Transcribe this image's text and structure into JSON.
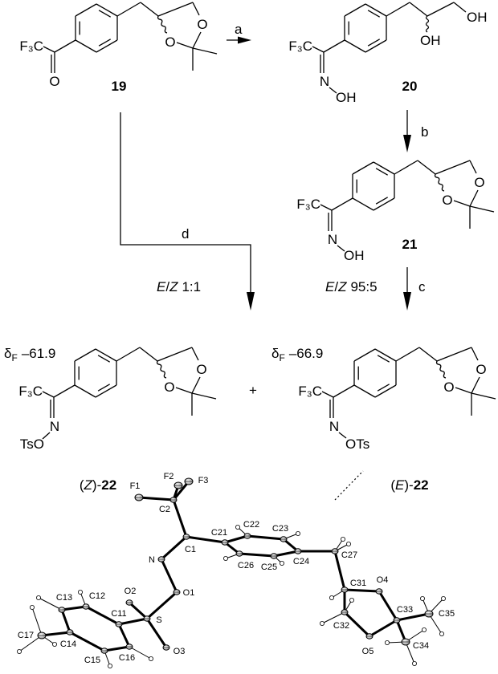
{
  "scheme": {
    "compounds": {
      "c19": {
        "label": "19",
        "cf3": "F₃C",
        "top": "O",
        "ring_o1": "O",
        "ring_o2": "O"
      },
      "c20": {
        "label": "20",
        "cf3": "F₃C",
        "n": "N",
        "oh": "OH",
        "oh2": "OH",
        "oh3": "OH"
      },
      "c21": {
        "label": "21",
        "cf3": "F₃C",
        "n": "N",
        "oh": "OH",
        "ring_o1": "O",
        "ring_o2": "O"
      },
      "z22": {
        "prefix": "(",
        "isomer": "Z",
        "mid": ")-",
        "number": "22",
        "cf3": "F₃C",
        "n": "N",
        "ots": "TsO",
        "ring_o1": "O",
        "ring_o2": "O",
        "delta": "δ",
        "delta_sub": "F",
        "shift": "–61.9"
      },
      "e22": {
        "prefix": "(",
        "isomer": "E",
        "mid": ")-",
        "number": "22",
        "cf3": "F₃C",
        "n": "N",
        "ots": "OTs",
        "ring_o1": "O",
        "ring_o2": "O",
        "delta": "δ",
        "delta_sub": "F",
        "shift": "–66.9"
      }
    },
    "arrows": {
      "a": "a",
      "b": "b",
      "c": "c",
      "d": "d"
    },
    "ratios": {
      "left": {
        "e": "E",
        "slash": "/",
        "z": "Z",
        "value": "1:1"
      },
      "right": {
        "e": "E",
        "slash": "/",
        "z": "Z",
        "value": "95:5"
      }
    },
    "plus": "+"
  },
  "ortep": {
    "atom_labels": [
      "F1",
      "F2",
      "F3",
      "C2",
      "C1",
      "C21",
      "C22",
      "C23",
      "C24",
      "C25",
      "C26",
      "N",
      "O1",
      "S",
      "O2",
      "O3",
      "C11",
      "C12",
      "C13",
      "C14",
      "C15",
      "C16",
      "C17",
      "C27",
      "C31",
      "O4",
      "C32",
      "O5",
      "C33",
      "C35",
      "C34"
    ]
  }
}
